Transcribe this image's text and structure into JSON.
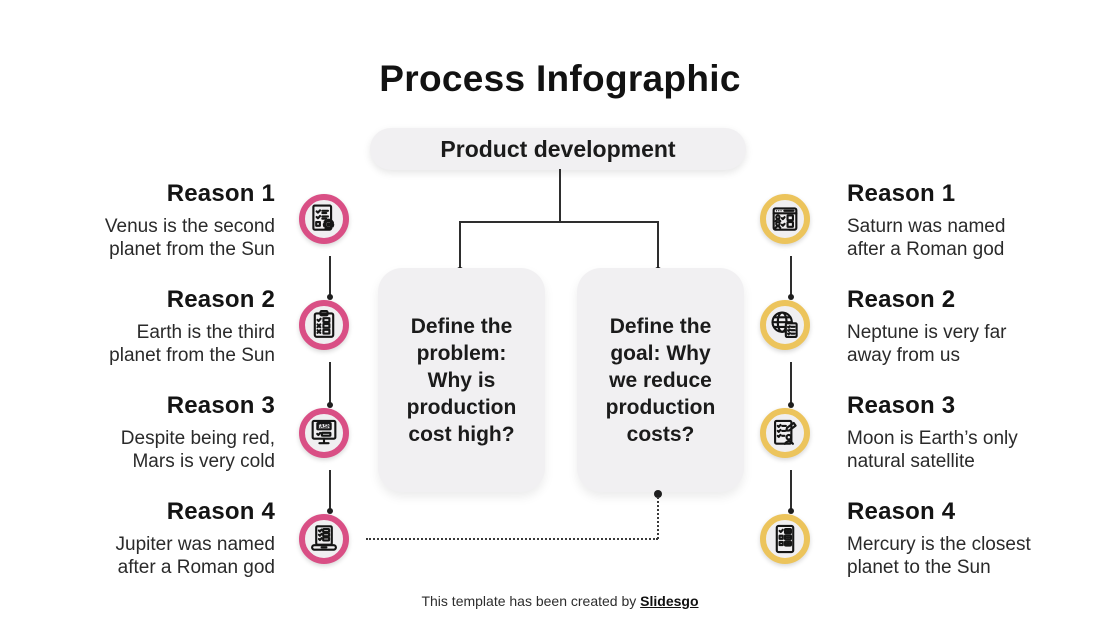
{
  "title": {
    "text": "Process Infographic"
  },
  "root_node": {
    "label": "Product development"
  },
  "boxes": [
    {
      "name": "problem-box",
      "text": "Define the\nproblem:\nWhy is\nproduction\ncost high?"
    },
    {
      "name": "goal-box",
      "text": "Define the\ngoal: Why\nwe reduce\nproduction\ncosts?"
    }
  ],
  "left_column": {
    "accent_color": "#d94f85",
    "items": [
      {
        "heading": "Reason 1",
        "body": "Venus is the second\nplanet from the Sun",
        "icon": "checklist-gear-icon"
      },
      {
        "heading": "Reason 2",
        "body": "Earth is the third\nplanet from the Sun",
        "icon": "clipboard-checklist-icon"
      },
      {
        "heading": "Reason 3",
        "body": "Despite being red,\nMars is very cold",
        "icon": "task-monitor-icon"
      },
      {
        "heading": "Reason 4",
        "body": "Jupiter was named\nafter a Roman god",
        "icon": "laptop-checklist-icon"
      }
    ]
  },
  "right_column": {
    "accent_color": "#ecc45c",
    "items": [
      {
        "heading": "Reason 1",
        "body": "Saturn was named\nafter a Roman god",
        "icon": "user-tasks-window-icon"
      },
      {
        "heading": "Reason 2",
        "body": "Neptune is very far\naway from us",
        "icon": "globe-checklist-icon"
      },
      {
        "heading": "Reason 3",
        "body": "Moon is Earth’s only\nnatural satellite",
        "icon": "assignment-person-icon"
      },
      {
        "heading": "Reason 4",
        "body": "Mercury is the closest\nplanet to the Sun",
        "icon": "checkbox-form-icon"
      }
    ]
  },
  "footer": {
    "prefix": "This template has been created by ",
    "brand": "Slidesgo"
  },
  "colors": {
    "pink": "#d94f85",
    "yellow": "#ecc45c",
    "shape": "#f1f0f2",
    "line": "#2e2e2e"
  }
}
